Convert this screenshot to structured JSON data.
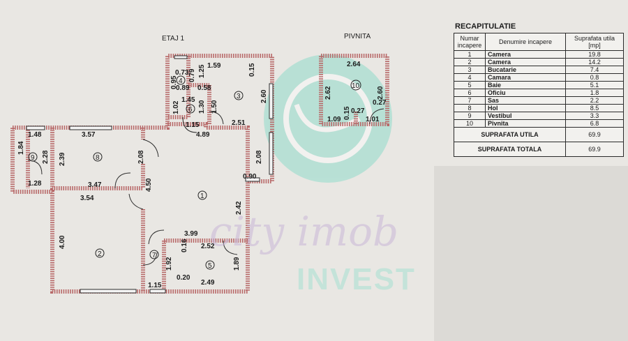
{
  "plan": {
    "floor_label": "ETAJ 1",
    "basement_label": "PIVNITA",
    "room_numbers": [
      "1",
      "2",
      "3",
      "4",
      "5",
      "6",
      "7",
      "8",
      "9",
      "10"
    ],
    "dimensions": {
      "d_148": "1.48",
      "d_357": "3.57",
      "d_184": "1.84",
      "d_228": "2.28",
      "d_239": "2.39",
      "d_128": "1.28",
      "d_347": "3.47",
      "d_354": "3.54",
      "d_208a": "2.08",
      "d_450": "4.50",
      "d_400": "4.00",
      "d_159": "1.59",
      "d_015a": "0.15",
      "d_125": "1.25",
      "d_073": "0.73",
      "d_095": "0.95",
      "d_079": "0.79",
      "d_089": "0.89",
      "d_058": "0.58",
      "d_145": "1.45",
      "d_102": "1.02",
      "d_130": "1.30",
      "d_150": "1.50",
      "d_260a": "2.60",
      "d_115a": "1.15",
      "d_251": "2.51",
      "d_489": "4.89",
      "d_208b": "2.08",
      "d_090": "0.90",
      "d_242": "2.42",
      "d_399": "3.99",
      "d_016": "0.16",
      "d_252": "2.52",
      "d_192": "1.92",
      "d_189": "1.89",
      "d_020": "0.20",
      "d_249": "2.49",
      "d_115b": "1.15",
      "d_264": "2.64",
      "d_262": "2.62",
      "d_260b": "2.60",
      "d_027a": "0.27",
      "d_027b": "0.27",
      "d_015b": "0.15",
      "d_109": "1.09",
      "d_101": "1.01"
    }
  },
  "watermark": {
    "line1": "city imob",
    "line2": "INVEST"
  },
  "recap": {
    "title": "RECAPITULATIE",
    "headers": {
      "num": "Numar incapere",
      "name": "Denumire incapere",
      "area": "Suprafata utila [mp]"
    },
    "rows": [
      {
        "num": "1",
        "name": "Camera",
        "area": "19.8"
      },
      {
        "num": "2",
        "name": "Camera",
        "area": "14.2"
      },
      {
        "num": "3",
        "name": "Bucatarie",
        "area": "7.4"
      },
      {
        "num": "4",
        "name": "Camara",
        "area": "0.8"
      },
      {
        "num": "5",
        "name": "Baie",
        "area": "5.1"
      },
      {
        "num": "6",
        "name": "Oficiu",
        "area": "1.8"
      },
      {
        "num": "7",
        "name": "Sas",
        "area": "2.2"
      },
      {
        "num": "8",
        "name": "Hol",
        "area": "8.5"
      },
      {
        "num": "9",
        "name": "Vestibul",
        "area": "3.3"
      },
      {
        "num": "10",
        "name": "Pivnita",
        "area": "6.8"
      }
    ],
    "suprafata_utila_label": "SUPRAFATA UTILA",
    "suprafata_utila_value": "69.9",
    "suprafata_totala_label": "SUPRAFATA TOTALA",
    "suprafata_totala_value": "69.9"
  },
  "colors": {
    "wall": "#b86a6a",
    "watermark_purple": "#c9b6d8",
    "watermark_teal": "#a6e0d2"
  }
}
